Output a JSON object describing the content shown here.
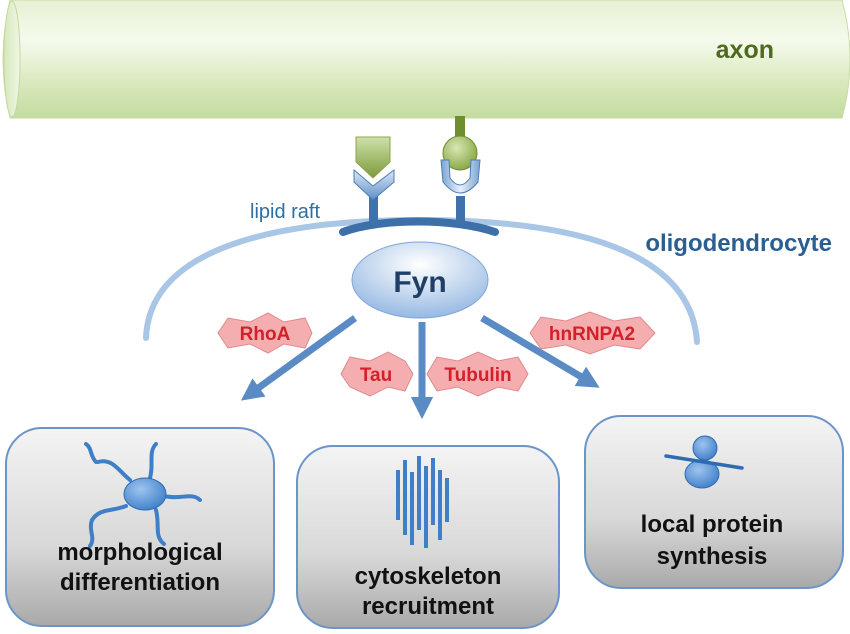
{
  "axon": {
    "label": "axon"
  },
  "membrane": {
    "lipid_raft_label": "lipid raft",
    "cell_label": "oligodendrocyte"
  },
  "kinase": {
    "label": "Fyn"
  },
  "substrates": {
    "rhoa": "RhoA",
    "tau": "Tau",
    "tubulin": "Tubulin",
    "hnrnpa2": "hnRNPA2"
  },
  "outcomes": {
    "morphological": {
      "line1": "morphological",
      "line2": "differentiation"
    },
    "cytoskeleton": {
      "line1": "cytoskeleton",
      "line2": "recruitment"
    },
    "protein": {
      "line1": "local protein",
      "line2": "synthesis"
    }
  },
  "colors": {
    "axon_label": "#4f6a1e",
    "cell_label": "#2a5f92",
    "lipid_raft_label": "#2e6ea0",
    "membrane": "#a9c6e6",
    "arrow": "#5b8bc4",
    "substrate_fill": "#f4aeb0",
    "substrate_text": "#d4202a",
    "box_border": "#6b95c7"
  }
}
